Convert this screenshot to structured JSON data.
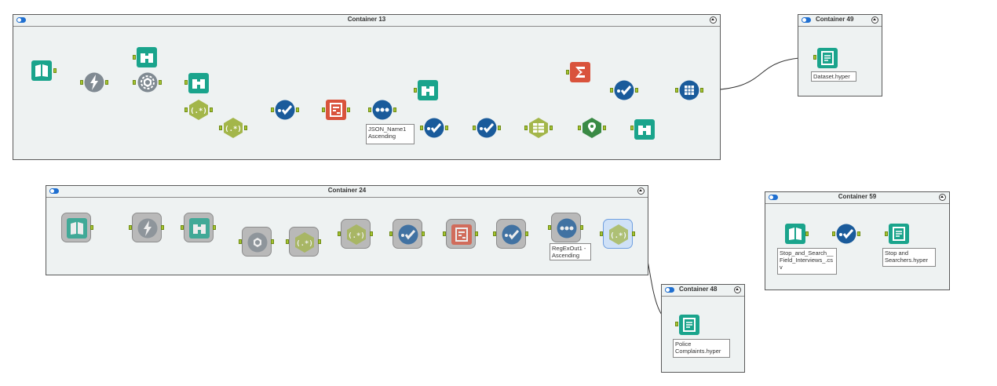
{
  "containers": {
    "c13": {
      "title": "Container 13"
    },
    "c49": {
      "title": "Container 49"
    },
    "c24": {
      "title": "Container 24"
    },
    "c59": {
      "title": "Container 59"
    },
    "c48": {
      "title": "Container 48"
    }
  },
  "annotations": {
    "json_sort": "JSON_Name1 Ascending",
    "dataset_hyper": "Dataset.hyper",
    "regex_sort": "RegExOut1 - Ascending",
    "stop_search_csv": "Stop_and_Search__Field_Interviews_.csv",
    "stop_searchers_hyper": "Stop and Searchers.hyper",
    "police_complaints_hyper": "Police Complaints.hyper"
  },
  "icons": {
    "input": "book-icon",
    "formula": "lightning-icon",
    "browse": "binoculars-icon",
    "data_cleansing": "cleanse-icon",
    "regex": "regex-icon",
    "select": "select-check-icon",
    "text_to_columns": "parse-icon",
    "sort": "sort-dots-icon",
    "union": "union-icon",
    "summarize": "sigma-icon",
    "spatial": "location-pin-icon",
    "output": "output-icon",
    "append": "table-append-icon"
  },
  "colors": {
    "canvas": "#ffffff",
    "container_bg": "#eef2f2",
    "toggle": "#1f6fd0",
    "teal_tool": "#1aa48c",
    "blue_tool": "#1a5b9b",
    "green_tool": "#a3b64a",
    "gray_tool": "#808a92",
    "red_tool": "#d9533c",
    "anchor": "#a7c630"
  }
}
